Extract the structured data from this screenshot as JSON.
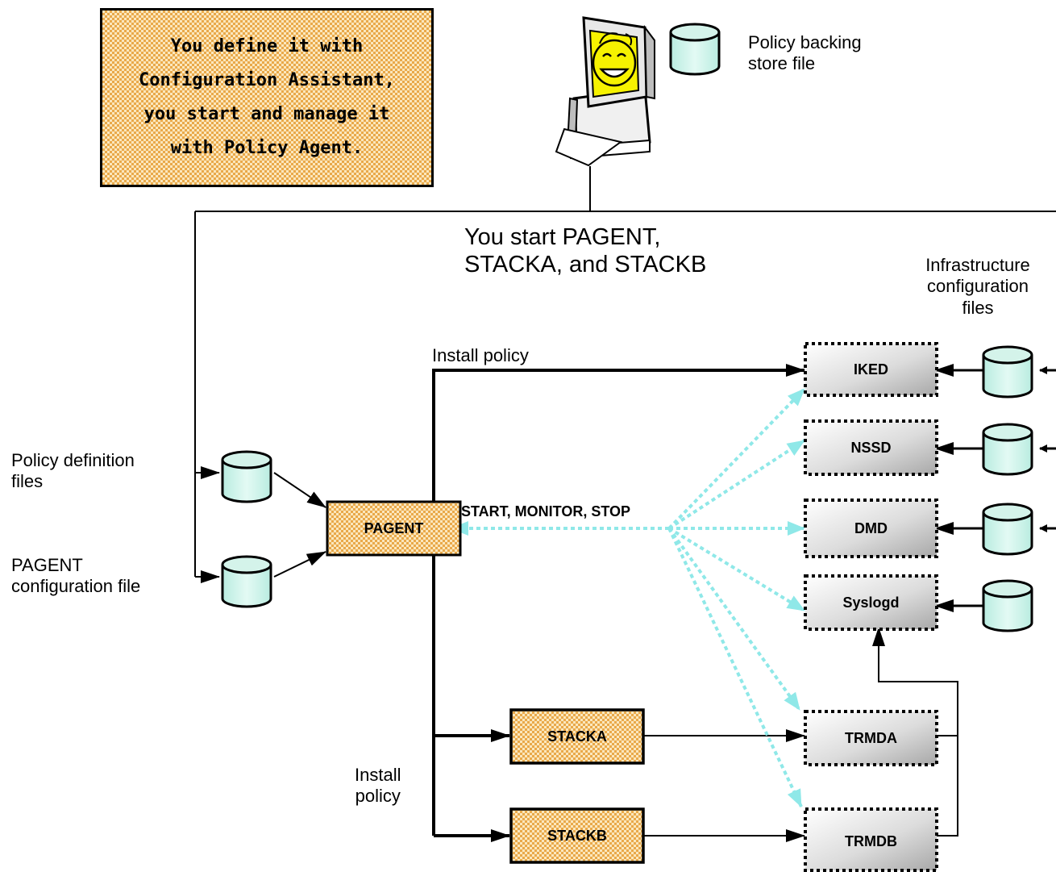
{
  "note": {
    "text": "You define it with\nConfiguration Assistant,\nyou start and manage it\nwith Policy Agent."
  },
  "labels": {
    "policy_backing_store": "Policy backing\nstore file",
    "you_start": "You start PAGENT,\nSTACKA, and STACKB",
    "infrastructure_config": "Infrastructure\nconfiguration\nfiles",
    "install_policy_top": "Install policy",
    "policy_definition_files": "Policy definition\nfiles",
    "pagent_config_file": "PAGENT\nconfiguration file",
    "start_monitor_stop": "START, MONITOR, STOP",
    "install_policy_bottom": "Install\npolicy"
  },
  "nodes": {
    "pagent": "PAGENT",
    "stacka": "STACKA",
    "stackb": "STACKB",
    "iked": "IKED",
    "nssd": "NSSD",
    "dmd": "DMD",
    "syslogd": "Syslogd",
    "trmda": "TRMDA",
    "trmdb": "TRMDB"
  },
  "colors": {
    "hatch_dark": "#e9a94a",
    "hatch_light": "#fbe7bd",
    "cylinder_fill": "#d4f3ea",
    "dashed_arrow": "#8fe8e8",
    "daemon_fill": "#d9d9d9"
  },
  "icons": {
    "workstation": "smiling-computer-icon",
    "storage": "database-cylinder-icon"
  }
}
